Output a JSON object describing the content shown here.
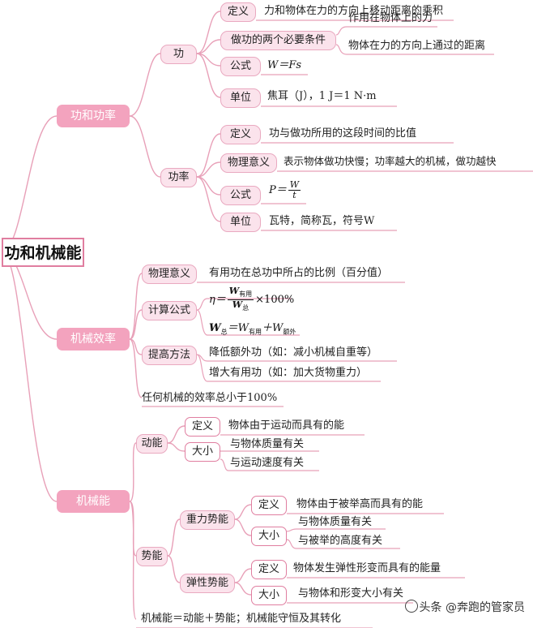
{
  "root": "功和机械能",
  "work_power": {
    "label": "功和功率",
    "work": {
      "label": "功",
      "def_label": "定义",
      "def_text": "力和物体在力的方向上移动距离的乘积",
      "cond_label": "做功的两个必要条件",
      "cond_1": "作用在物体上的力",
      "cond_2": "物体在力的方向上通过的距离",
      "formula_label": "公式",
      "formula": "W＝Fs",
      "unit_label": "单位",
      "unit_text": "焦耳（J），1 J＝1 N·m"
    },
    "power": {
      "label": "功率",
      "def_label": "定义",
      "def_text": "功与做功所用的这段时间的比值",
      "meaning_label": "物理意义",
      "meaning_text": "表示物体做功快慢；功率越大的机械，做功越快",
      "formula_label": "公式",
      "formula_lhs": "P＝",
      "formula_num": "W",
      "formula_den": "t",
      "unit_label": "单位",
      "unit_text": "瓦特，简称瓦，符号W"
    }
  },
  "efficiency": {
    "label": "机械效率",
    "meaning_label": "物理意义",
    "meaning_text": "有用功在总功中所占的比例（百分值）",
    "calc_label": "计算公式",
    "eta_lhs": "η＝",
    "eta_num": "W",
    "eta_num_sub": "有用",
    "eta_den": "W",
    "eta_den_sub": "总",
    "eta_rhs": "×100%",
    "total_w": "W",
    "total_sub": "总",
    "total_eq": "＝W",
    "total_sub2": "有用",
    "total_plus": "＋W",
    "total_sub3": "额外",
    "improve_label": "提高方法",
    "improve_1": "降低额外功（如：减小机械自重等）",
    "improve_2": "增大有用功（如：加大货物重力）",
    "note": "任何机械的效率总小于100%"
  },
  "mech_energy": {
    "label": "机械能",
    "kinetic": {
      "label": "动能",
      "def_label": "定义",
      "def_text": "物体由于运动而具有的能",
      "size_label": "大小",
      "size_1": "与物体质量有关",
      "size_2": "与运动速度有关"
    },
    "potential": {
      "label": "势能",
      "gravity": {
        "label": "重力势能",
        "def_label": "定义",
        "def_text": "物体由于被举高而具有的能",
        "size_label": "大小",
        "size_1": "与物体质量有关",
        "size_2": "与被举的高度有关"
      },
      "elastic": {
        "label": "弹性势能",
        "def_label": "定义",
        "def_text": "物体发生弹性形变而具有的能量",
        "size_label": "大小",
        "size_1": "与物体和形变大小有关"
      }
    },
    "note": "机械能＝动能＋势能；机械能守恒及其转化"
  },
  "watermark": "头条 @奔跑的管家员"
}
